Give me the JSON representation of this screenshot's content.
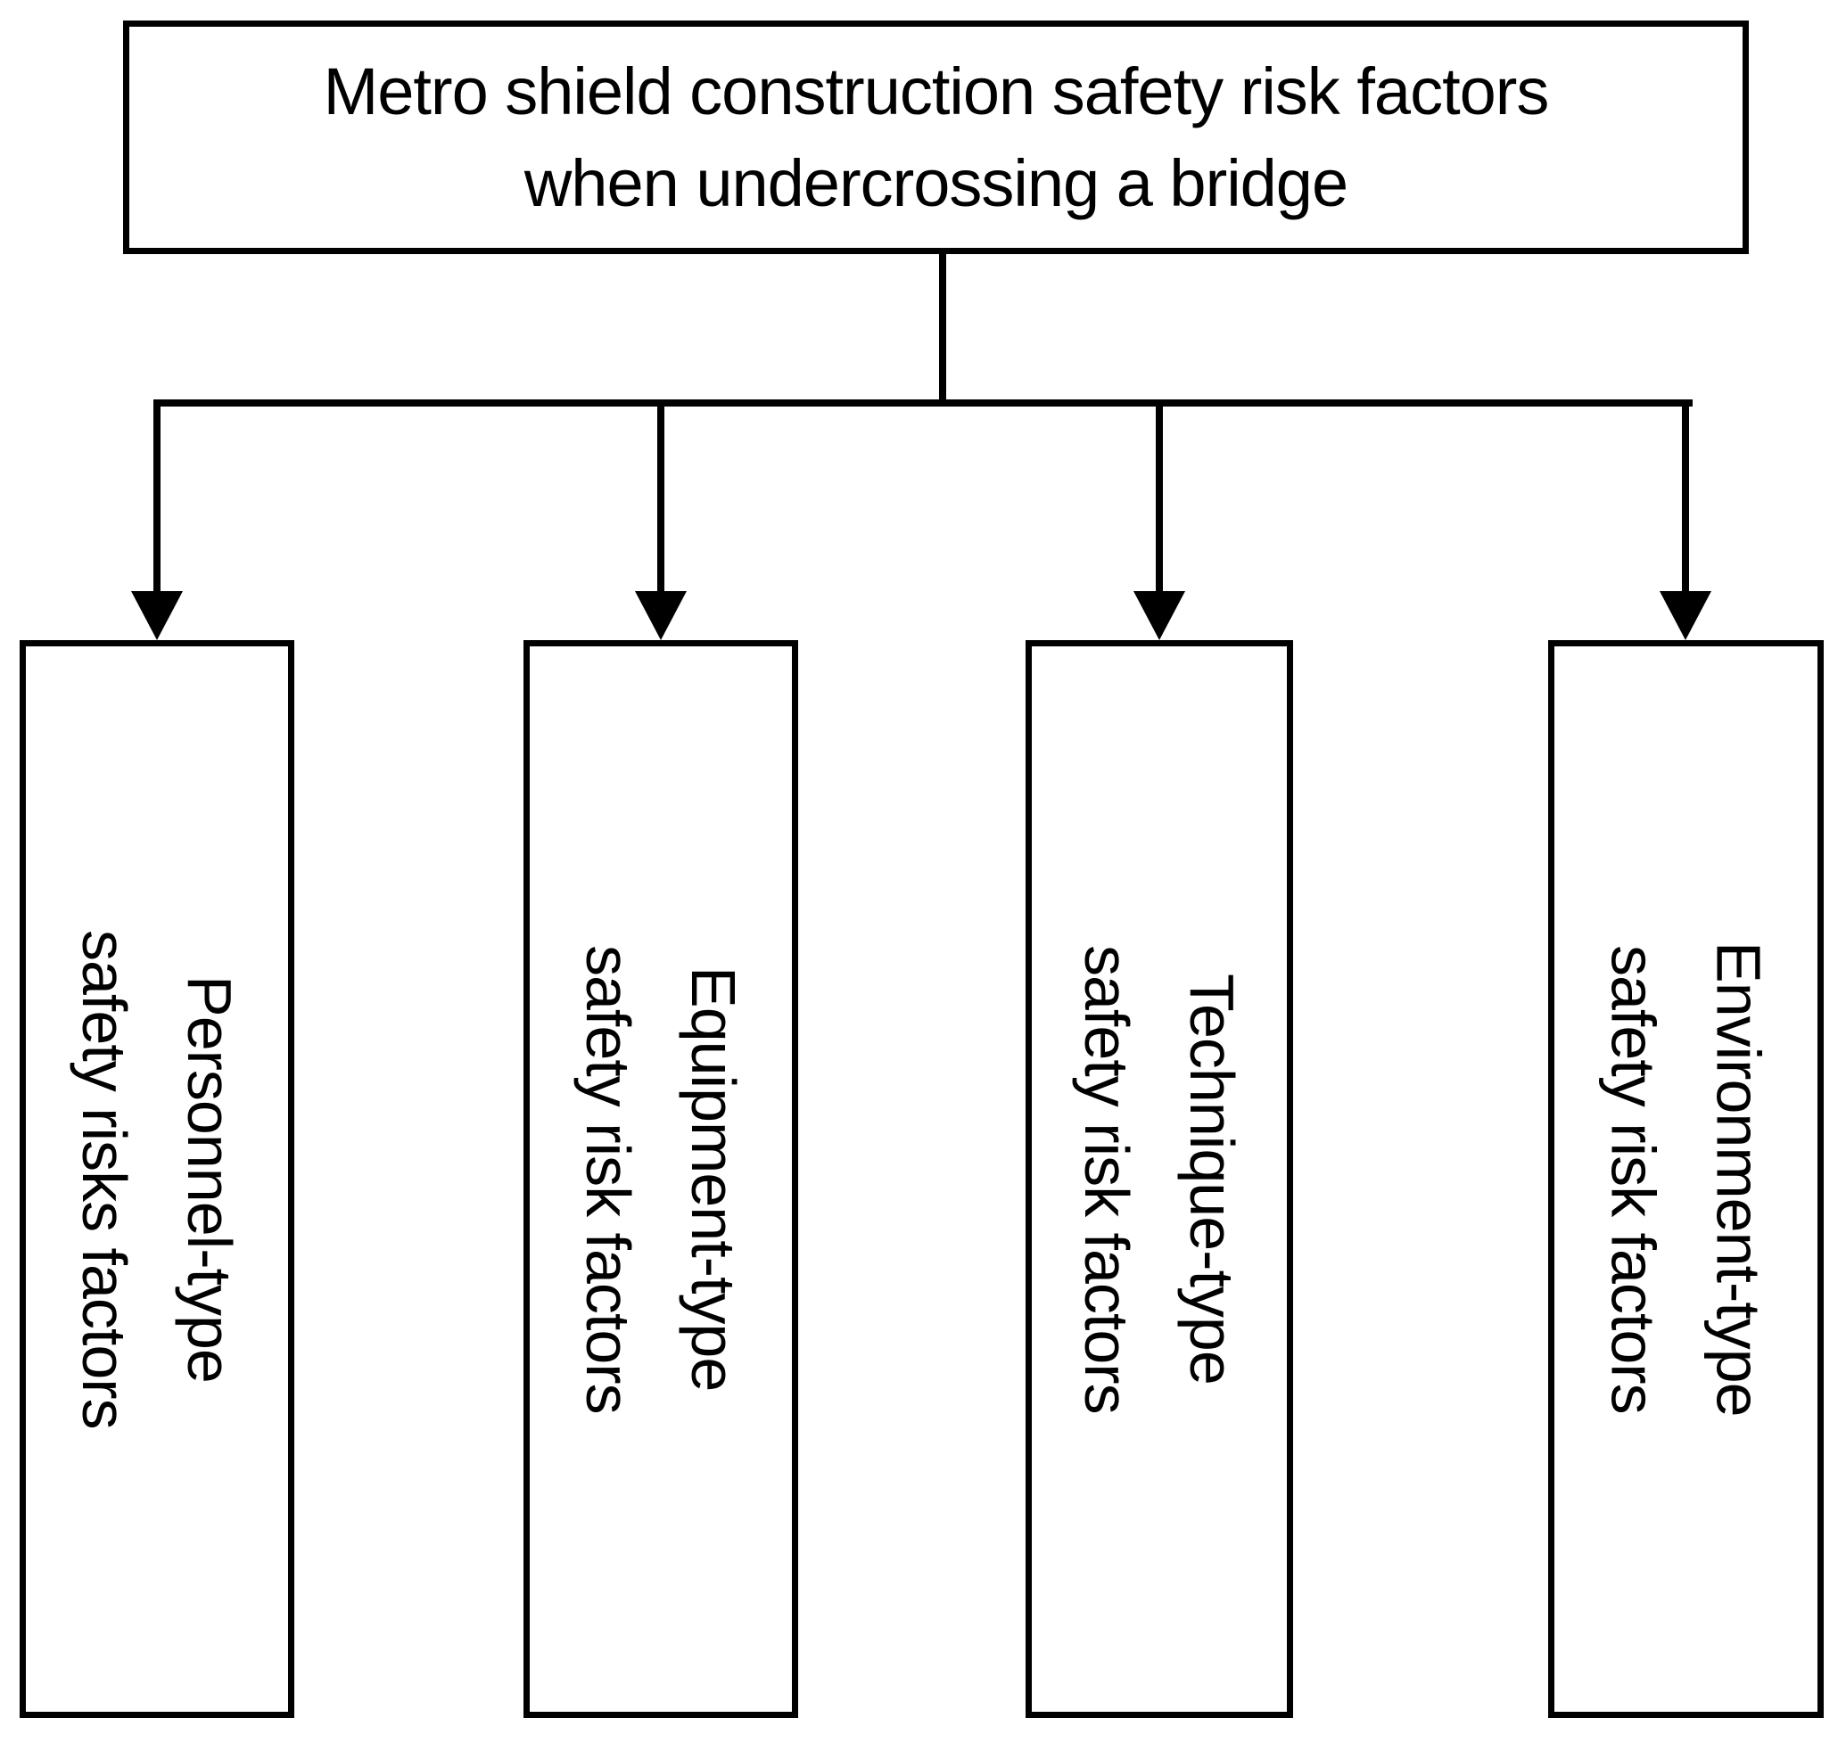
{
  "diagram": {
    "root": {
      "title_lines": [
        "Metro shield construction safety risk factors",
        "when undercrossing a bridge"
      ]
    },
    "branches": [
      {
        "line1": "Personnel-type",
        "line2": "safety risks factors"
      },
      {
        "line1": "Equipment-type",
        "line2": "safety risk factors"
      },
      {
        "line1": "Technique-type",
        "line2": "safety risk factors"
      },
      {
        "line1": "Environment-type",
        "line2": "safety risk factors"
      }
    ],
    "colors": {
      "line": "#000000",
      "background": "#ffffff"
    }
  }
}
